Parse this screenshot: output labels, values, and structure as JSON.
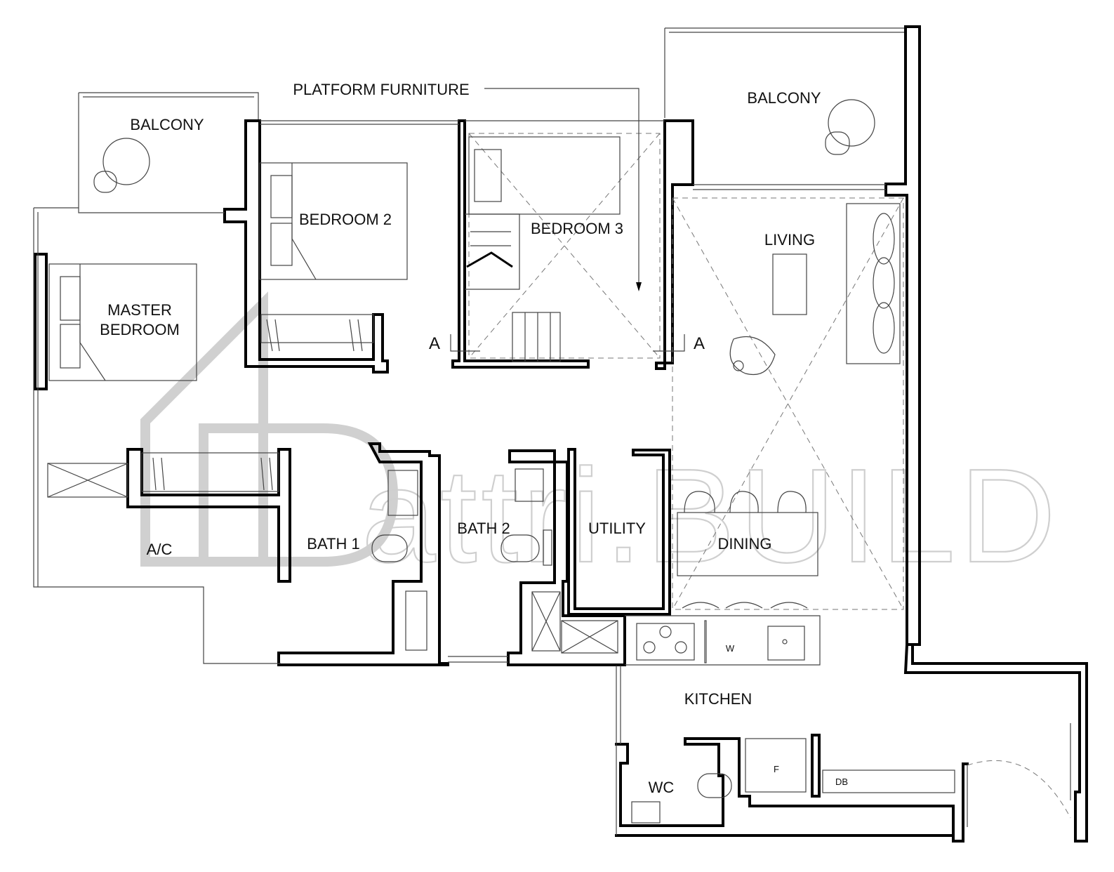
{
  "rooms": {
    "balcony_left": "BALCONY",
    "balcony_right": "BALCONY",
    "platform_furniture": "PLATFORM FURNITURE",
    "bedroom2": "BEDROOM 2",
    "bedroom3": "BEDROOM 3",
    "living": "LIVING",
    "master_line1": "MASTER",
    "master_line2": "BEDROOM",
    "section_left": "A",
    "section_right": "A",
    "ac": "A/C",
    "bath1": "BATH 1",
    "bath2": "BATH 2",
    "utility": "UTILITY",
    "dining": "DINING",
    "washer": "W",
    "kitchen": "KITCHEN",
    "wc": "WC",
    "fridge": "F",
    "db": "DB"
  },
  "watermark": {
    "text": "attri.BUILD"
  },
  "colors": {
    "wall": "#000000",
    "watermark": "#cfcfcf"
  }
}
